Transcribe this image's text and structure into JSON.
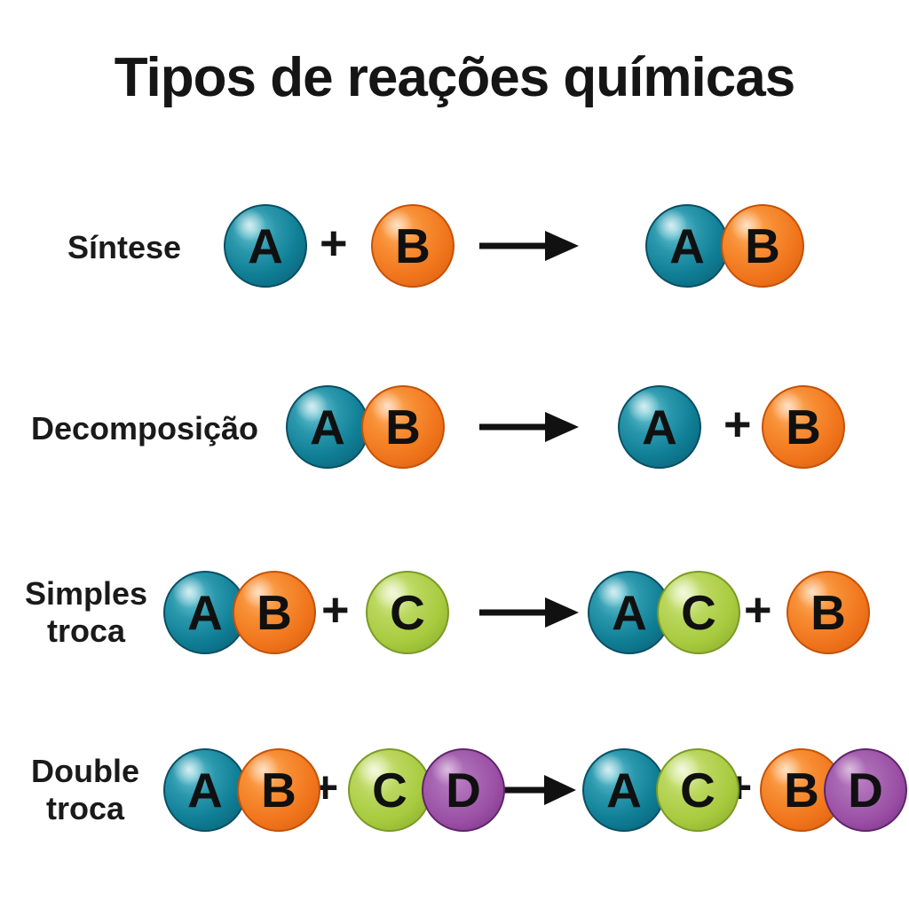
{
  "title": "Tipos de reações químicas",
  "plus_sign": "+",
  "colors": {
    "background": "#ffffff",
    "text": "#111111",
    "molecule_a_teal": "#0f7e95",
    "molecule_b_orange": "#f1761d",
    "molecule_c_green": "#a8cb3f",
    "molecule_d_purple": "#9b4fa5"
  },
  "rows": [
    {
      "label": "Síntese",
      "equation": "A + B → AB",
      "left_a": "A",
      "left_b": "B",
      "right_a": "A",
      "right_b": "B"
    },
    {
      "label": "Decomposição",
      "equation": "AB → A + B",
      "left_a": "A",
      "left_b": "B",
      "right_a": "A",
      "right_b": "B"
    },
    {
      "label_line1": "Simples",
      "label_line2": "troca",
      "equation": "AB + C → AC + B",
      "left_a": "A",
      "left_b": "B",
      "left_c": "C",
      "right_a": "A",
      "right_c": "C",
      "right_b": "B"
    },
    {
      "label_line1": "Double",
      "label_line2": "troca",
      "equation": "AB + CD → AC + BD",
      "left_a": "A",
      "left_b": "B",
      "left_c": "C",
      "left_d": "D",
      "right_a": "A",
      "right_c": "C",
      "right_b": "B",
      "right_d": "D"
    }
  ]
}
